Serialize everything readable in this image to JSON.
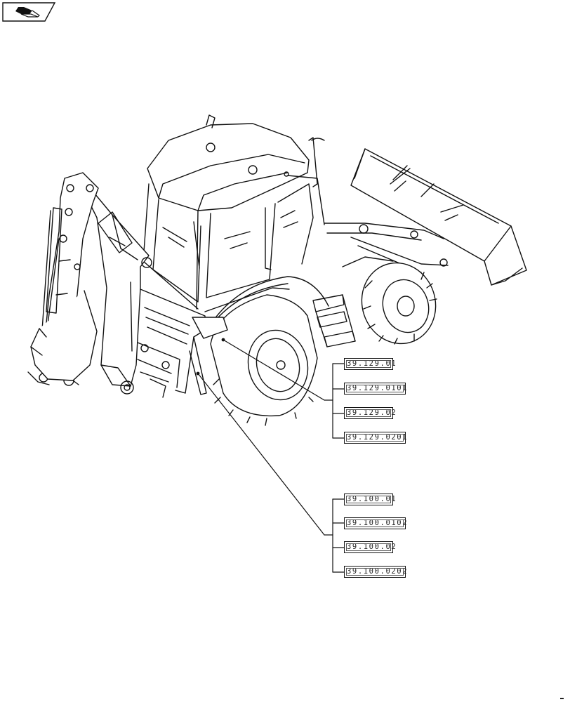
{
  "navigation": {
    "icon": "next-page-arrow-icon"
  },
  "illustration": {
    "subject": "backhoe-loader",
    "view": "rear-left isometric line drawing"
  },
  "callout_groups": [
    {
      "refs": [
        "39.129.01",
        "39.129.0101",
        "39.129.02",
        "39.129.0201"
      ]
    },
    {
      "refs": [
        "39.100.01",
        "39.100.0102",
        "39.100.02",
        "39.100.0202"
      ]
    }
  ]
}
